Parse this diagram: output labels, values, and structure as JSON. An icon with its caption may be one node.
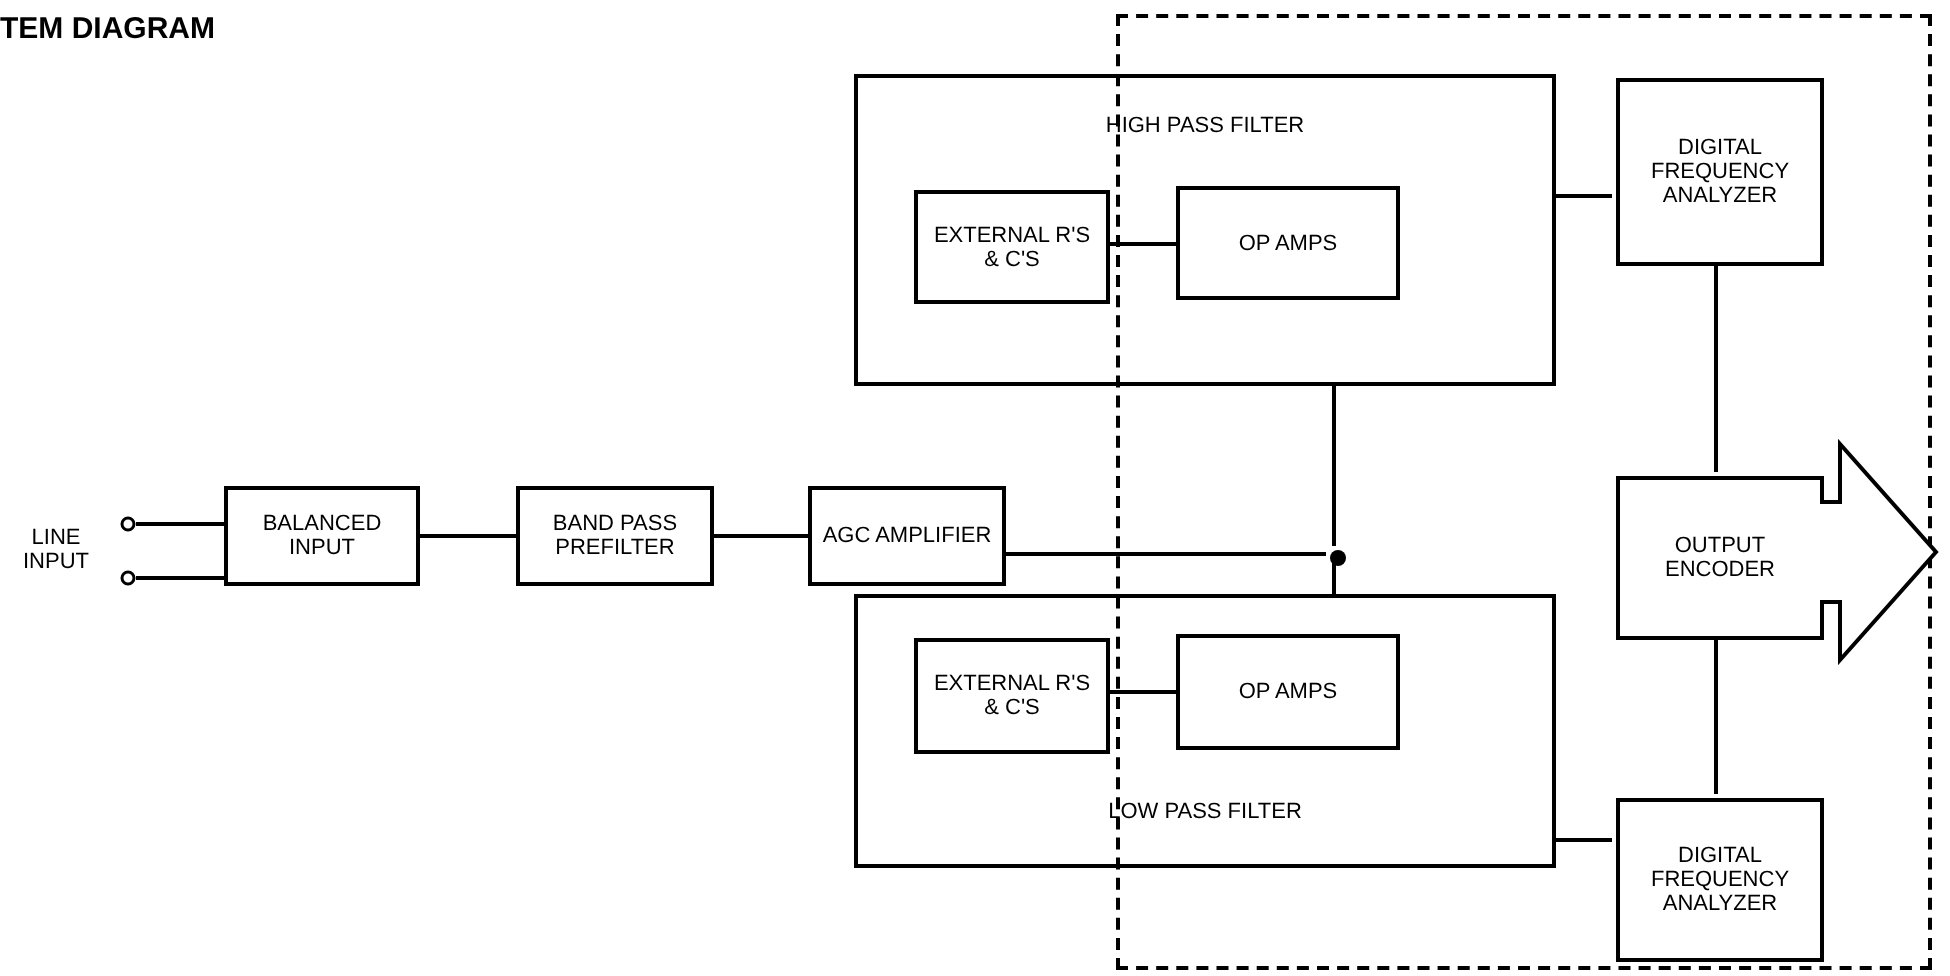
{
  "diagram": {
    "title": "TEM DIAGRAM",
    "nodes": [
      {
        "text": [
          "LINE INPUT"
        ]
      },
      {
        "text": [
          "BALANCED INPUT"
        ]
      },
      {
        "text": [
          "BAND PASS PREFILTER"
        ]
      },
      {
        "text": [
          "AGC AMPLIFIER"
        ]
      },
      {
        "text": [
          "HIGH PASS FILTER"
        ]
      },
      {
        "text": [
          "EXTERNAL R'S & C'S"
        ],
        "in": 4
      },
      {
        "text": [
          "OP AMPS"
        ]
      },
      {
        "text": [
          "LOW PASS FILTER"
        ]
      },
      {
        "text": [
          "EXTERNAL R'S & C'S"
        ],
        "in": 7
      },
      {
        "text": [
          "OP AMPS"
        ]
      },
      {
        "text": [],
        "shape": "box"
      },
      {
        "text": [
          "DIGITAL FREQUENCY ANALYZER"
        ],
        "in": 10
      },
      {
        "text": [
          "OUTPUT ENCODER"
        ],
        "in": 10
      },
      {
        "text": [
          "DIGITAL FREQUENCY ANALYZER"
        ],
        "in": 10
      },
      {
        "text": [],
        "shape": "circle",
        "in": 10
      }
    ],
    "edges": [
      {
        "from": 0,
        "to": 1,
        "arrow": "none"
      },
      {
        "from": 0,
        "to": 1,
        "arrow": "none"
      },
      {
        "from": 1,
        "to": 2,
        "arrow": "none"
      },
      {
        "from": 2,
        "to": 3,
        "arrow": "none"
      },
      {
        "from": 3,
        "to": 14,
        "arrow": "none"
      },
      {
        "from": 14,
        "to": 4,
        "arrow": "none"
      },
      {
        "from": 14,
        "to": 7,
        "arrow": "none"
      },
      {
        "from": 5,
        "to": 6,
        "arrow": "none"
      },
      {
        "from": 8,
        "to": 9,
        "arrow": "none"
      },
      {
        "from": 4,
        "to": 11,
        "arrow": "none"
      },
      {
        "from": 7,
        "to": 13,
        "arrow": "none"
      },
      {
        "from": 11,
        "to": 12,
        "arrow": "none"
      },
      {
        "from": 12,
        "to": 13,
        "arrow": "none"
      },
      {
        "from": 12,
        "to": null,
        "arrow": "to",
        "style": "thick"
      }
    ]
  }
}
